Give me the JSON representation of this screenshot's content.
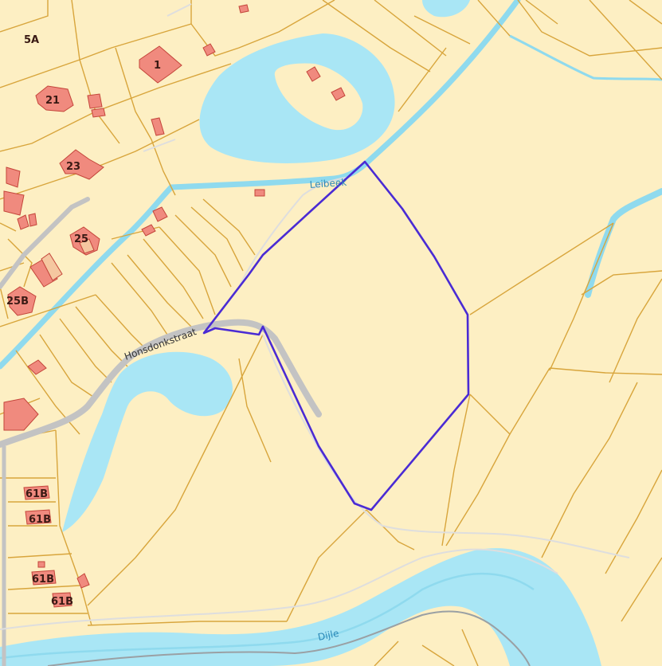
{
  "colors": {
    "land": "#fdefc3",
    "parcel_line": "#d8a53c",
    "water": "#a9e6f5",
    "stream": "#8fdaee",
    "building": "#f08a7e",
    "building_stroke": "#c4453a",
    "road": "#c3c3c3",
    "road_light": "#dedede",
    "boundary": "#4a2bd4",
    "label_dark": "#3a1a14",
    "label_water": "#2a88b8",
    "label_road": "#333333"
  },
  "labels": {
    "house_5a": "5A",
    "house_1": "1",
    "house_21": "21",
    "house_23": "23",
    "house_25": "25",
    "house_25b": "25B",
    "house_61b_1": "61B",
    "house_61b_2": "61B",
    "house_61b_3": "61B",
    "house_61b_4": "61B",
    "stream_leibeek": "Leibeek",
    "street_honsdonkstraat": "Honsdonkstraat",
    "river_dijle": "Dijle"
  }
}
